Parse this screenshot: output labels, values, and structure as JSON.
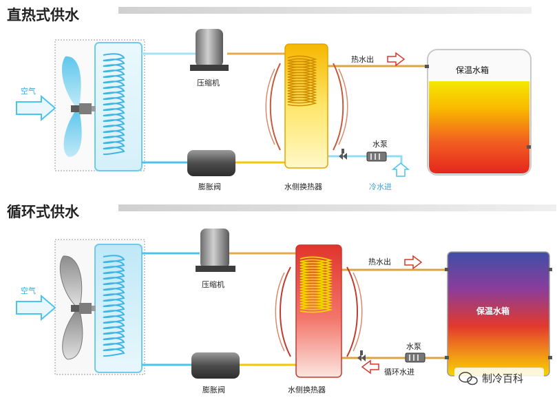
{
  "sections": [
    {
      "title": "直热式供水",
      "air_label": "空气",
      "compressor_label": "压缩机",
      "valve_label": "膨胀阀",
      "exchanger_label": "水侧换热器",
      "hot_out_label": "热水出",
      "tank_label": "保温水箱",
      "pump_label": "水泵",
      "water_in_label": "冷水进"
    },
    {
      "title": "循环式供水",
      "air_label": "空气",
      "compressor_label": "压缩机",
      "valve_label": "膨胀阀",
      "exchanger_label": "水侧换热器",
      "hot_out_label": "热水出",
      "tank_label": "保温水箱",
      "pump_label": "水泵",
      "water_in_label": "循环水进"
    }
  ],
  "watermark": "制冷百科",
  "colors": {
    "refrigerant_cold": "#4cc3ea",
    "refrigerant_hot": "#f2b400",
    "hot_water_pipe": "#d9a441",
    "arrow_red": "#d7372d",
    "arrow_blue": "#4cc3ea"
  }
}
